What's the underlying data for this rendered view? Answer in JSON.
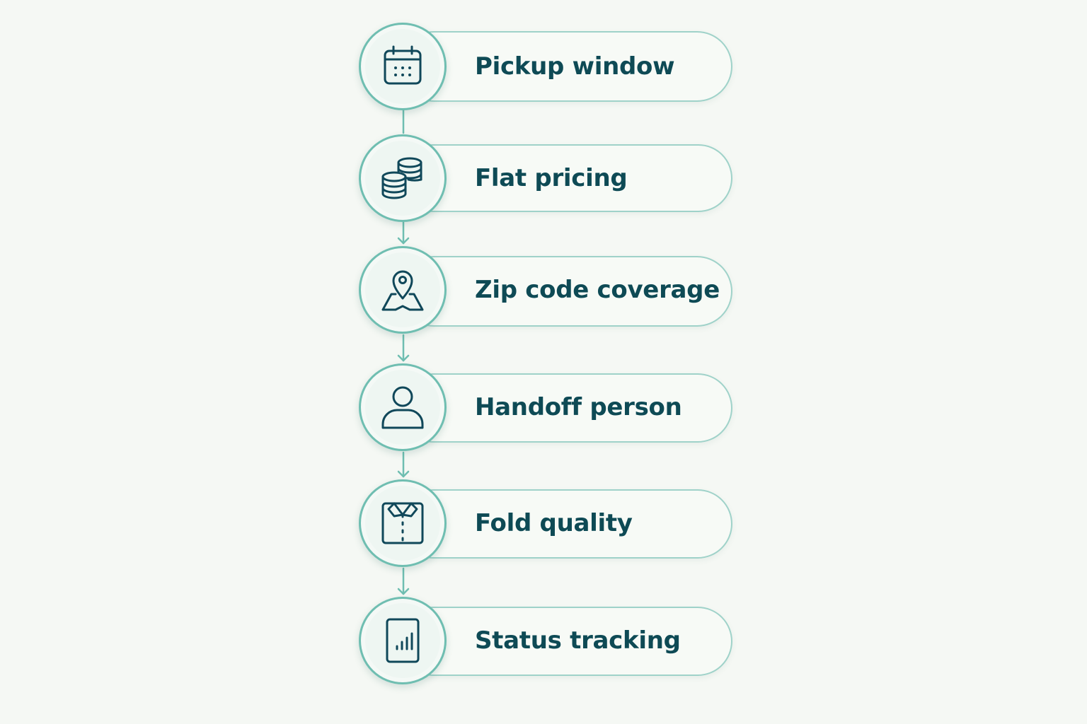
{
  "colors": {
    "background": "#f5f8f4",
    "accent": "#6fbeb1",
    "pill_border": "#9fd2c9",
    "text": "#0e4a55",
    "icon": "#10485a"
  },
  "steps": [
    {
      "label": "Pickup window",
      "icon": "calendar-icon"
    },
    {
      "label": "Flat pricing",
      "icon": "coins-stack-icon"
    },
    {
      "label": "Zip code coverage",
      "icon": "map-pin-icon"
    },
    {
      "label": "Handoff person",
      "icon": "person-icon"
    },
    {
      "label": "Fold quality",
      "icon": "folded-shirt-icon"
    },
    {
      "label": "Status tracking",
      "icon": "phone-chart-icon"
    }
  ]
}
